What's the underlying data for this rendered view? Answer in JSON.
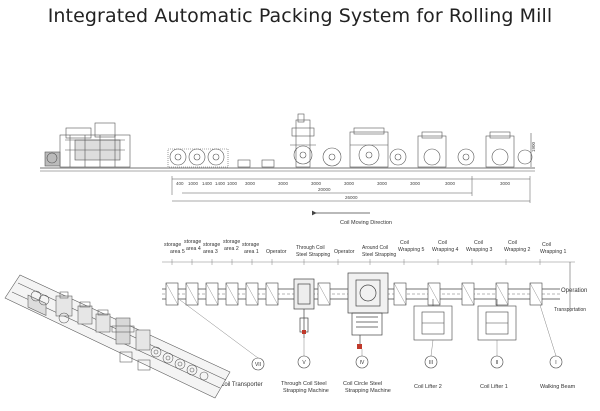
{
  "title": "Integrated Automatic Packing System for Rolling Mill",
  "elevation": {
    "segment_dims": [
      "400",
      "1000",
      "1400",
      "1400",
      "1000",
      "3000",
      "3000",
      "3000",
      "3000",
      "3000",
      "3000",
      "3000",
      "3000"
    ],
    "total_dims": [
      "20000",
      "26000"
    ],
    "height_dim": "1900"
  },
  "direction_label": "Coil Moving Direction",
  "stations_top": [
    {
      "label_line1": "storage",
      "label_line2": "area 5"
    },
    {
      "label_line1": "storage",
      "label_line2": "area 4"
    },
    {
      "label_line1": "storage",
      "label_line2": "area 3"
    },
    {
      "label_line1": "storage",
      "label_line2": "area 2"
    },
    {
      "label_line1": "storage",
      "label_line2": "area 1"
    },
    {
      "label_line1": "Operator",
      "label_line2": ""
    },
    {
      "label_line1": "Through Coil",
      "label_line2": "Steel Strapping"
    },
    {
      "label_line1": "Operator",
      "label_line2": ""
    },
    {
      "label_line1": "Around Coil",
      "label_line2": "Steel Strapping"
    },
    {
      "label_line1": "Coil",
      "label_line2": "Wrapping 5"
    },
    {
      "label_line1": "Coil",
      "label_line2": "Wrapping 4"
    },
    {
      "label_line1": "Coil",
      "label_line2": "Wrapping 3"
    },
    {
      "label_line1": "Coil",
      "label_line2": "Wrapping 2"
    },
    {
      "label_line1": "Coil",
      "label_line2": "Wrapping 1"
    }
  ],
  "side_labels": {
    "operation": "Operation",
    "transportation": "Transportation"
  },
  "roman_markers": [
    "VII",
    "V",
    "IV",
    "III",
    "II",
    "I"
  ],
  "bottom_labels": [
    {
      "line1": "Coil Transporter",
      "line2": ""
    },
    {
      "line1": "Through Coil Steel",
      "line2": "Strapping Machine"
    },
    {
      "line1": "Coil Circle Steel",
      "line2": "Strapping Machine"
    },
    {
      "line1": "Coil Lifter 2",
      "line2": ""
    },
    {
      "line1": "Coil Lifter 1",
      "line2": ""
    },
    {
      "line1": "Walking Beam",
      "line2": ""
    }
  ],
  "colors": {
    "line": "#444444",
    "text": "#333333",
    "accent": "#c0392b"
  }
}
